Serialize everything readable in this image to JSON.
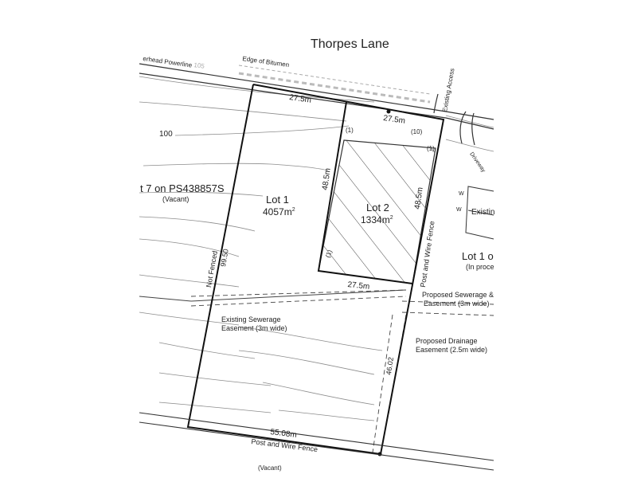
{
  "road": {
    "name": "Thorpes Lane",
    "overhead_powerline": "erhead Powerline",
    "edge_of_bitumen": "Edge of Bitumen",
    "existing_access": "Existing Access",
    "driveway": "Driveway"
  },
  "contours": {
    "label_100": "100",
    "label_105": "105"
  },
  "lot1": {
    "name": "Lot 1",
    "area": "4057m",
    "area_sup": "2",
    "frontage": "27.5m",
    "west_side": "99.50",
    "west_note": "Not Fenced",
    "rear": "55.08m",
    "rear_fence": "Post and Wire Fence"
  },
  "lot2": {
    "name": "Lot 2",
    "area": "1334m",
    "area_sup": "2",
    "north": "27.5m",
    "south": "27.5m",
    "west": "48.5m",
    "east": "48.5m",
    "east_fence": "Post and Wire Fence",
    "marker_1": "(1)",
    "marker_10": "(10)"
  },
  "east_boundary": {
    "length": "46.02"
  },
  "neighbours": {
    "west_lot": "t 7 on PS438857S",
    "west_status": "(Vacant)",
    "south_status": "(Vacant)",
    "east_lot": "Lot 1 o",
    "east_status": "(In proce",
    "east_building": "Existin",
    "w_mark": "W"
  },
  "easements": {
    "existing_sewerage_1": "Existing Sewerage",
    "existing_sewerage_2": "Easement (3m wide)",
    "proposed_sewerage_1": "Proposed Sewerage &",
    "proposed_sewerage_2": "Easement (3m wide)",
    "proposed_drainage_1": "Proposed Drainage",
    "proposed_drainage_2": "Easement (2.5m wide)"
  },
  "colors": {
    "ink": "#222222",
    "faint": "#9a9a9a",
    "paper": "#ffffff"
  }
}
